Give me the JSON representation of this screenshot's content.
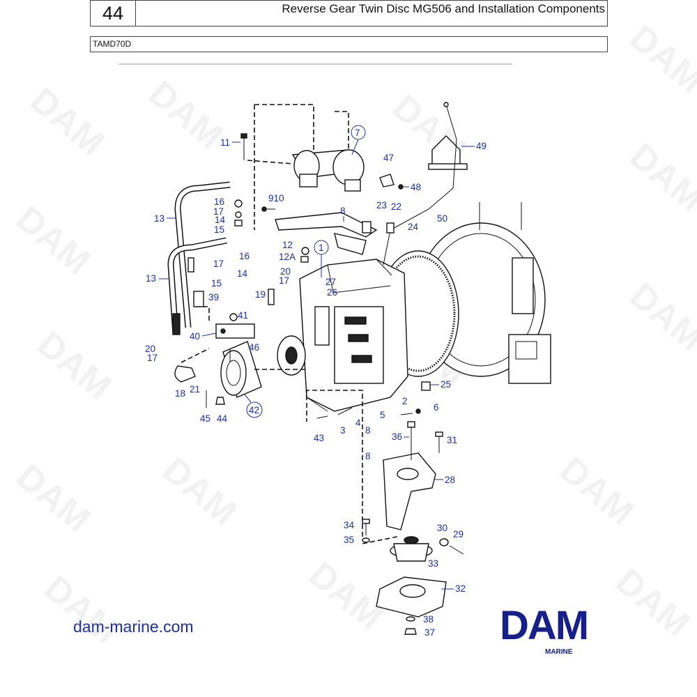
{
  "header": {
    "page_number": "44",
    "title": "Reverse Gear Twin Disc MG506 and Installation Components",
    "model": "TAMD70D"
  },
  "diagram": {
    "callouts": [
      "11",
      "7",
      "47",
      "48",
      "49",
      "16",
      "17",
      "14",
      "15",
      "13",
      "910",
      "8",
      "23",
      "22",
      "24",
      "50",
      "12",
      "12A",
      "1",
      "16",
      "17",
      "14",
      "15",
      "13",
      "20",
      "17",
      "19",
      "27",
      "26",
      "39",
      "41",
      "40",
      "46",
      "20",
      "17",
      "21",
      "18",
      "45",
      "44",
      "42",
      "25",
      "2",
      "6",
      "5",
      "43",
      "3",
      "4",
      "8",
      "36",
      "31",
      "28",
      "8",
      "34",
      "35",
      "30",
      "29",
      "33",
      "32",
      "38",
      "37"
    ],
    "circled_callouts": [
      "7",
      "1",
      "42"
    ]
  },
  "footer": {
    "website": "dam-marine.com",
    "logo_text": "DAM",
    "logo_subtext": "MARINE"
  },
  "watermark": "DAM",
  "colors": {
    "callout_blue": "#1a2fa0",
    "logo_blue": "#17208a",
    "line_art": "#111111"
  }
}
